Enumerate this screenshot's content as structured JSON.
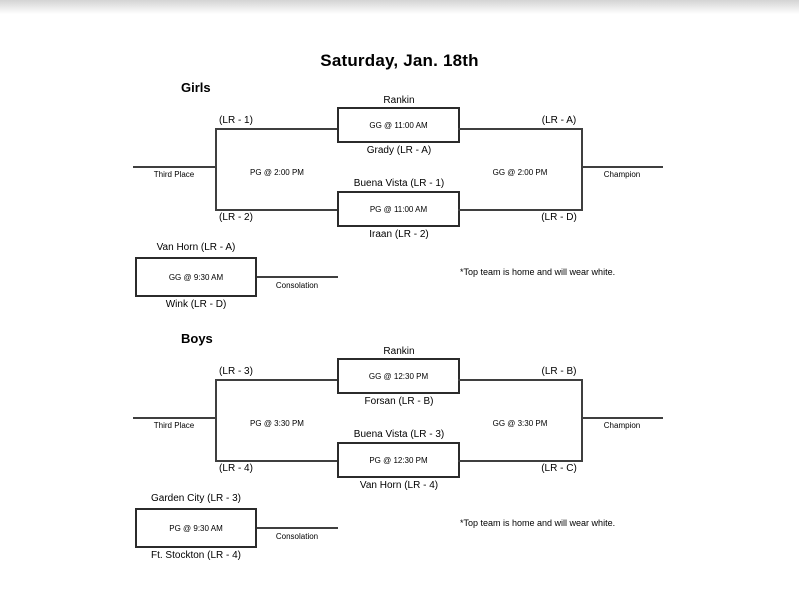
{
  "title": "Saturday, Jan. 18th",
  "colors": {
    "line": "#3f3f3f",
    "box_border": "#2b2b2b",
    "text": "#000000",
    "top_fade": "#d4d4d4",
    "background": "#ffffff"
  },
  "sections": {
    "girls": {
      "heading": "Girls",
      "seeds": {
        "top_left": "(LR - 1)",
        "bottom_left": "(LR - 2)",
        "top_right": "(LR - A)",
        "bottom_right": "(LR - D)"
      },
      "semifinal_top": {
        "top_team": "Rankin",
        "game": "GG @ 11:00 AM",
        "bottom_team": "Grady (LR - A)"
      },
      "semifinal_bottom": {
        "top_team": "Buena Vista (LR - 1)",
        "game": "PG @ 11:00 AM",
        "bottom_team": "Iraan (LR - 2)"
      },
      "third_place": {
        "label": "Third Place",
        "game": "PG @ 2:00 PM"
      },
      "championship": {
        "label": "Champion",
        "game": "GG @ 2:00 PM"
      },
      "consolation": {
        "top_team": "Van Horn (LR - A)",
        "game": "GG @ 9:30 AM",
        "bottom_team": "Wink (LR - D)",
        "label": "Consolation"
      },
      "note": "*Top team is home and will wear white."
    },
    "boys": {
      "heading": "Boys",
      "seeds": {
        "top_left": "(LR - 3)",
        "bottom_left": "(LR - 4)",
        "top_right": "(LR - B)",
        "bottom_right": "(LR - C)"
      },
      "semifinal_top": {
        "top_team": "Rankin",
        "game": "GG @ 12:30 PM",
        "bottom_team": "Forsan (LR - B)"
      },
      "semifinal_bottom": {
        "top_team": "Buena Vista (LR - 3)",
        "game": "PG @ 12:30 PM",
        "bottom_team": "Van Horn (LR - 4)"
      },
      "third_place": {
        "label": "Third Place",
        "game": "PG @ 3:30 PM"
      },
      "championship": {
        "label": "Champion",
        "game": "GG @ 3:30 PM"
      },
      "consolation": {
        "top_team": "Garden City (LR - 3)",
        "game": "PG @ 9:30 AM",
        "bottom_team": "Ft. Stockton (LR - 4)",
        "label": "Consolation"
      },
      "note": "*Top team is home and will wear white."
    }
  }
}
